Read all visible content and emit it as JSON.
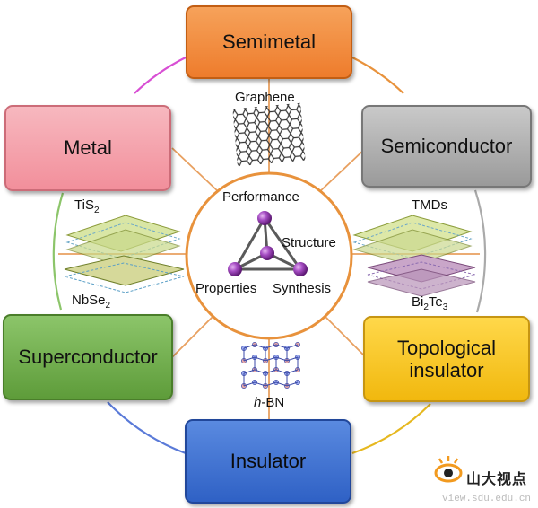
{
  "categories": {
    "semimetal": "Semimetal",
    "metal": "Metal",
    "semiconductor": "Semiconductor",
    "superconductor": "Superconductor",
    "topological_line1": "Topological",
    "topological_line2": "insulator",
    "insulator": "Insulator"
  },
  "materials": {
    "graphene": "Graphene",
    "tis2_base": "TiS",
    "tis2_sub": "2",
    "nbse2_base": "NbSe",
    "nbse2_sub": "2",
    "tmds": "TMDs",
    "bi2te3_a": "Bi",
    "bi2te3_sub1": "2",
    "bi2te3_b": "Te",
    "bi2te3_sub2": "3",
    "hbn_italic": "h",
    "hbn_rest": "-BN"
  },
  "center": {
    "performance": "Performance",
    "structure": "Structure",
    "properties": "Properties",
    "synthesis": "Synthesis"
  },
  "watermark": {
    "title": "山大视点",
    "url": "view.sdu.edu.cn"
  },
  "colors": {
    "ring_orange": "#e8923c",
    "arc_magenta": "#d84fd4",
    "arc_green": "#8cc56a",
    "arc_gray": "#aaaaaa",
    "arc_blue": "#5a7ad8",
    "arc_yellow": "#e6b820",
    "sphere_purple": "#9b3fb5"
  }
}
